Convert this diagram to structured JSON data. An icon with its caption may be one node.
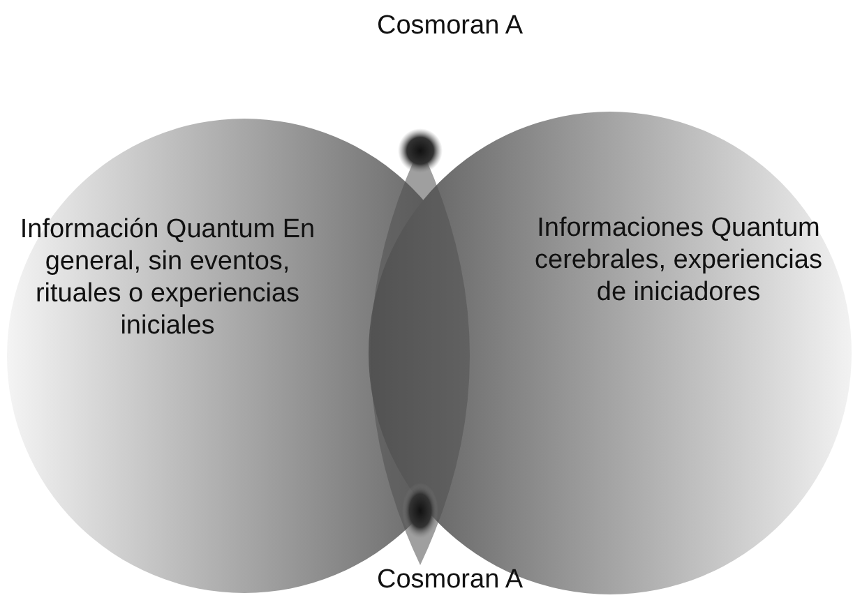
{
  "diagram": {
    "nodes": [
      {
        "text": [
          "Información Quantum En general, sin eventos, rituales o experiencias iniciales"
        ]
      },
      {
        "text": [
          "Informaciones Quantum cerebrales, experiencias de iniciadores"
        ]
      }
    ],
    "labels": [
      "Cosmoran A",
      "Cosmoran A"
    ]
  }
}
